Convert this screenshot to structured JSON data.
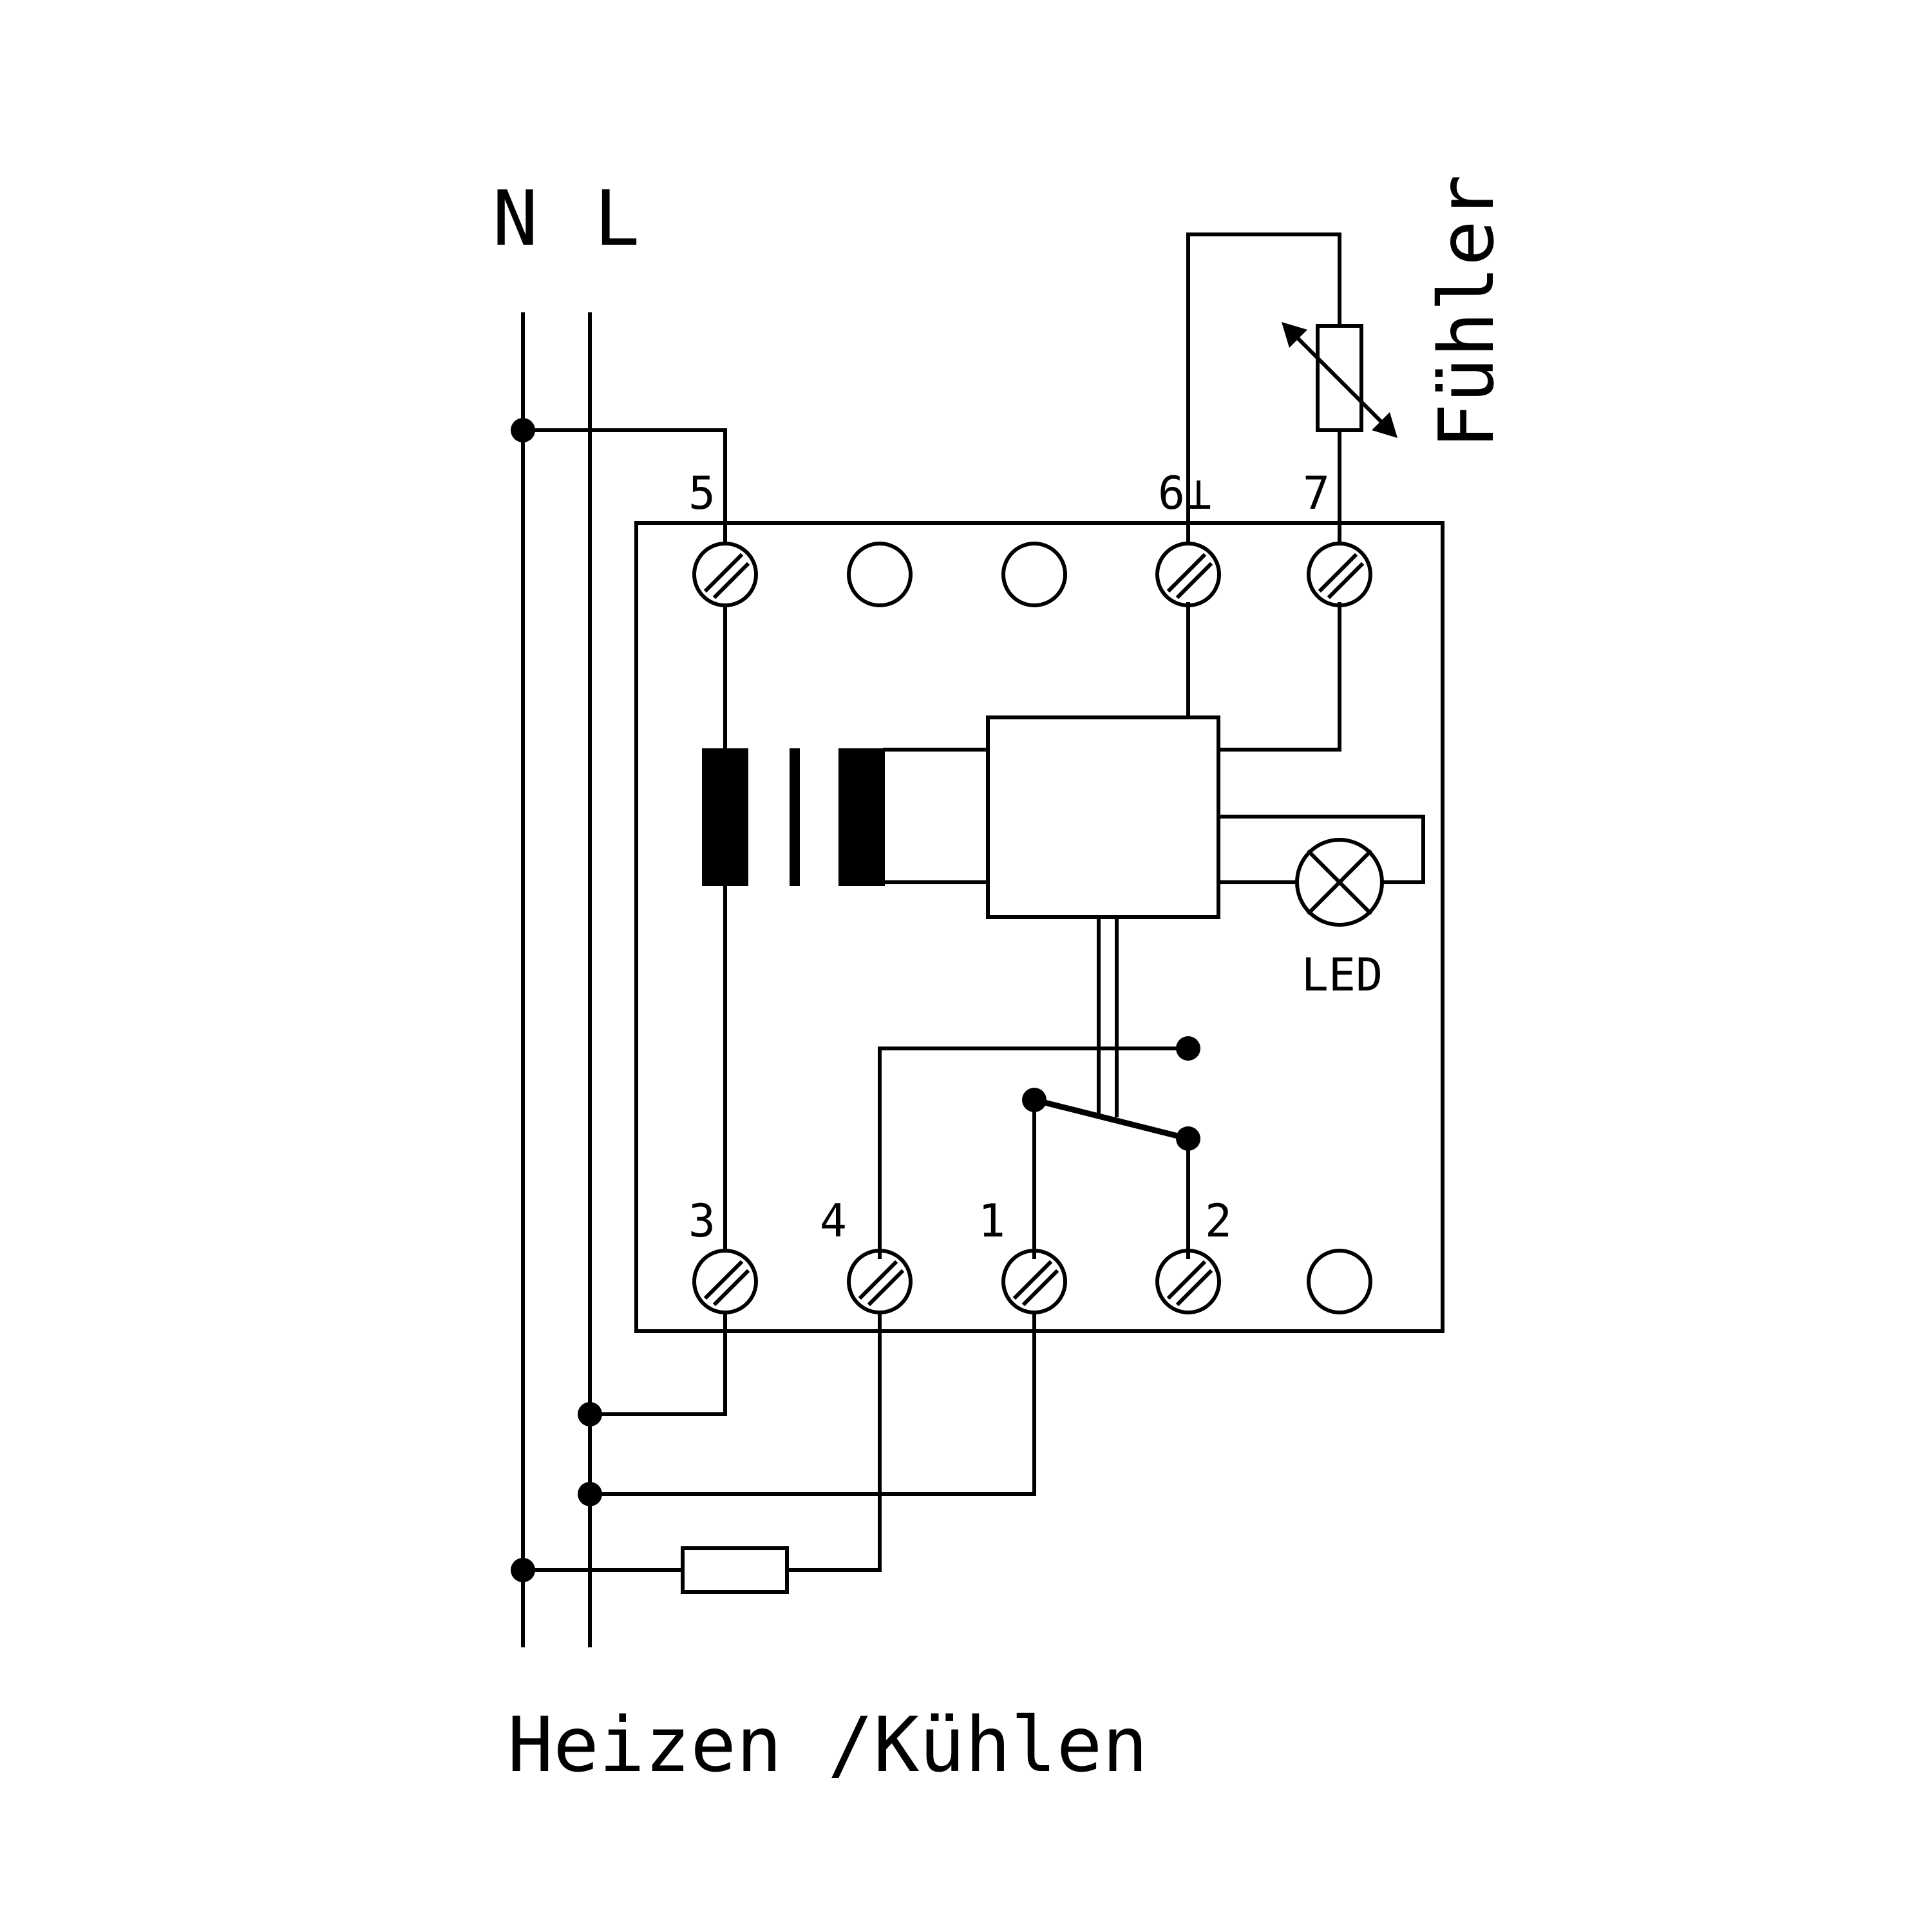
{
  "supply": {
    "neutral": "N",
    "line": "L"
  },
  "sensor": {
    "label": "Fühler"
  },
  "terminals": {
    "t5": "5",
    "t6": "6⊥",
    "t7": "7",
    "t3": "3",
    "t4": "4",
    "t1": "1",
    "t2": "2"
  },
  "led": {
    "label": "LED"
  },
  "caption": "Heizen /Kühlen",
  "colors": {
    "line": "#000000",
    "background": "#ffffff"
  }
}
